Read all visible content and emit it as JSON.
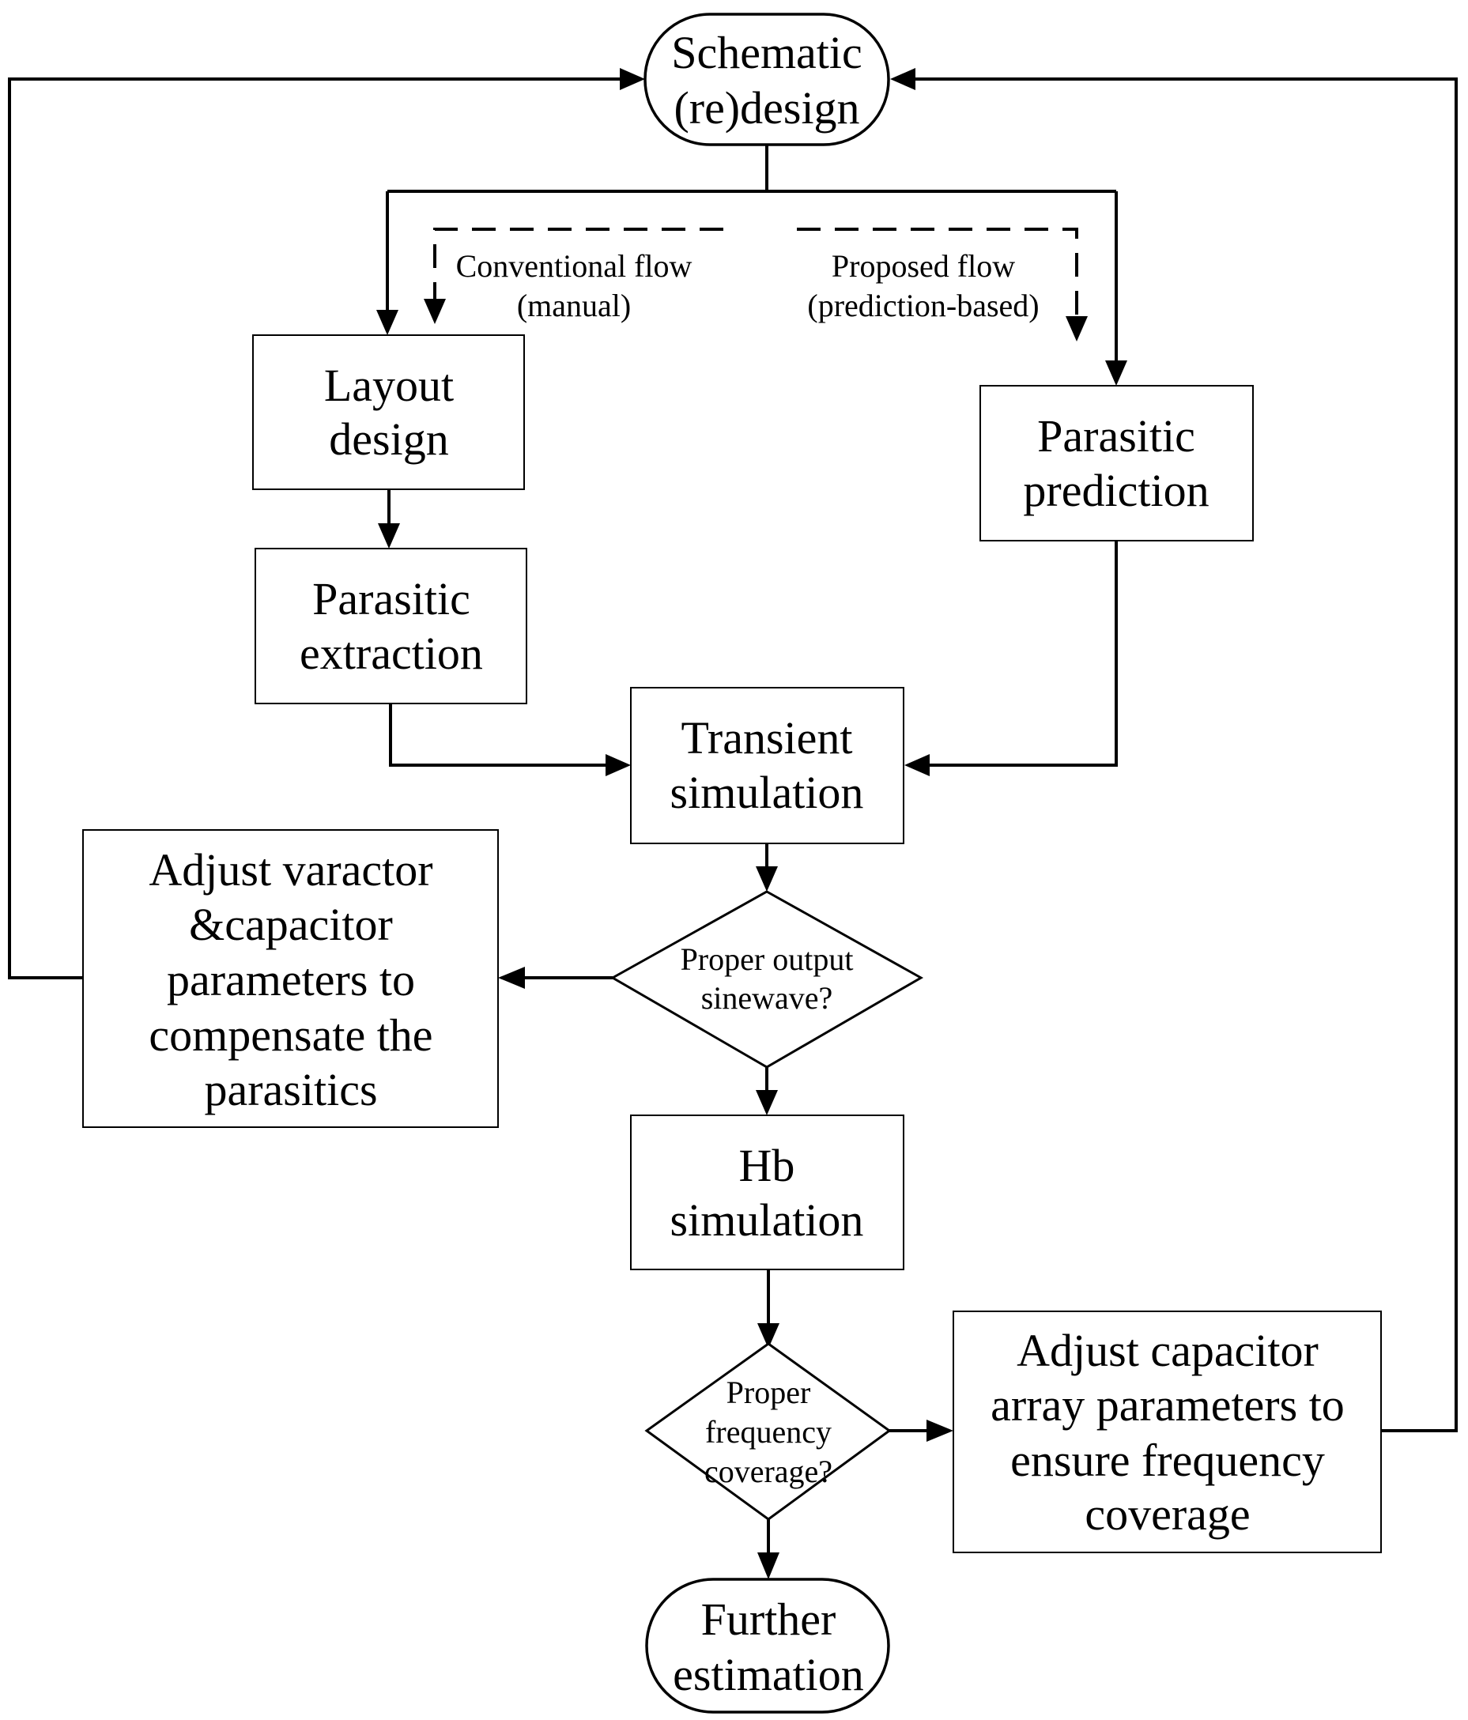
{
  "nodes": {
    "schematic": [
      "Schematic",
      "(re)design"
    ],
    "layout": [
      "Layout",
      "design"
    ],
    "extraction": [
      "Parasitic",
      "extraction"
    ],
    "prediction": [
      "Parasitic",
      "prediction"
    ],
    "transient": [
      "Transient",
      "simulation"
    ],
    "decision_sine": [
      "Proper output",
      "sinewave?"
    ],
    "adjust_varactor": [
      "Adjust varactor",
      "&capacitor",
      "parameters to",
      "compensate the",
      "parasitics"
    ],
    "hb": [
      "Hb",
      "simulation"
    ],
    "decision_freq": [
      "Proper",
      "frequency",
      "coverage?"
    ],
    "adjust_capacitor": [
      "Adjust capacitor",
      "array parameters to",
      "ensure frequency",
      "coverage"
    ],
    "further": [
      "Further",
      "estimation"
    ]
  },
  "labels": {
    "conventional": [
      "Conventional flow",
      "(manual)"
    ],
    "proposed": [
      "Proposed  flow",
      "(prediction-based)"
    ]
  }
}
